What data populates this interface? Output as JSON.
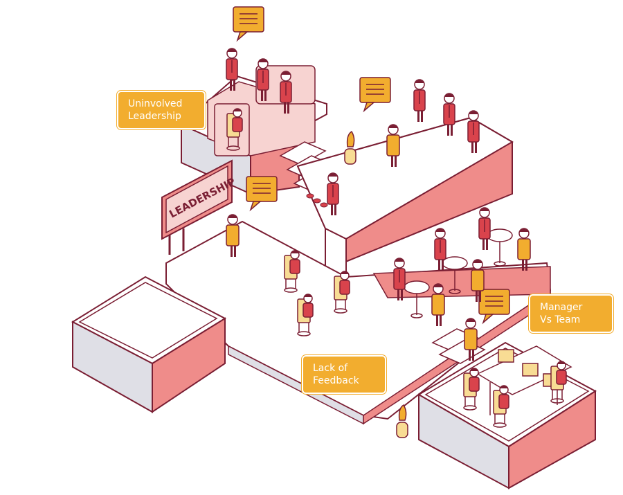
{
  "sign": {
    "text": "LEADERSHIP"
  },
  "callouts": {
    "uninvolved": {
      "line1": "Uninvolved",
      "line2": "Leadership"
    },
    "manager": {
      "line1": "Manager",
      "line2": "Vs Team"
    },
    "feedback": {
      "line1": "Lack of",
      "line2": "Feedback"
    }
  },
  "colors": {
    "red": "#d9434c",
    "pink": "#ef8c8a",
    "pink_light": "#f7d3d1",
    "yellow": "#f2ad2f",
    "cream": "#f8dc94",
    "outline": "#7a1e33",
    "grey_side": "#dfdfe6",
    "white": "#ffffff"
  }
}
